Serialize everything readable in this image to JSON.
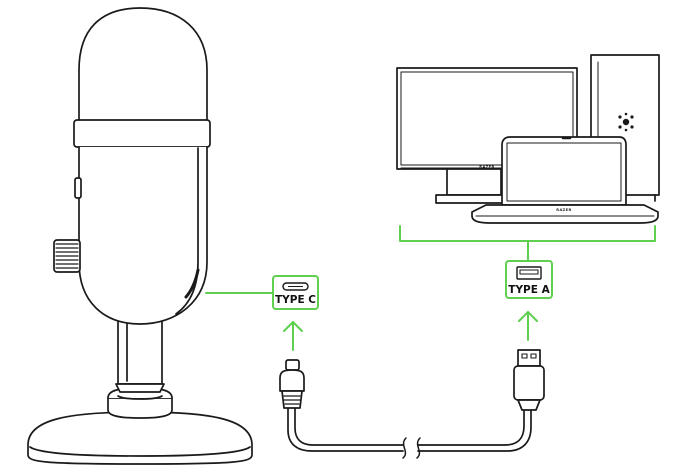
{
  "colors": {
    "accent": "#5fcf4f",
    "outline": "#1a1a1a",
    "background": "#ffffff"
  },
  "labels": {
    "type_c": "TYPE C",
    "type_a": "TYPE A"
  },
  "brand_marks": {
    "monitor": "RAZER",
    "laptop": "RAZER"
  },
  "icons": {
    "port_c": "usb-c-port-icon",
    "port_a": "usb-a-port-icon",
    "arrow": "arrow-up-icon",
    "logo": "razer-logo-icon"
  }
}
